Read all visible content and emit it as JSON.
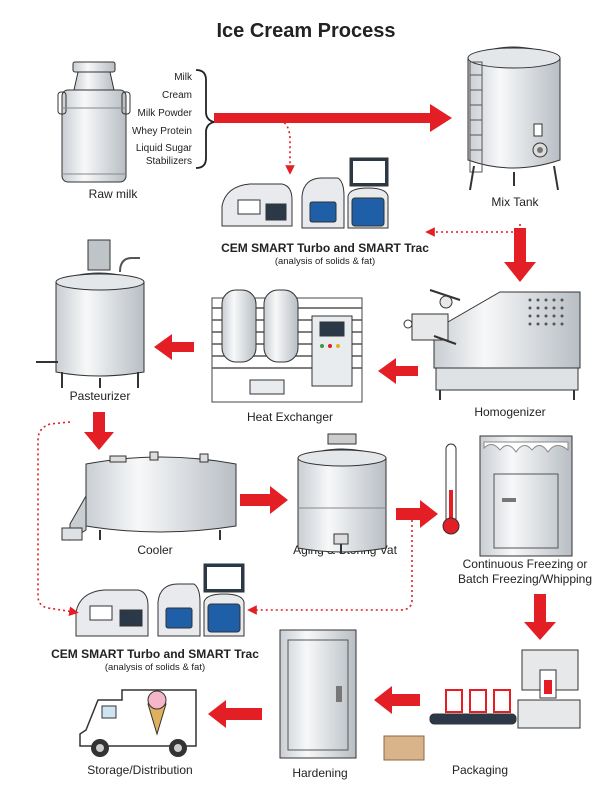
{
  "title": "Ice Cream Process",
  "ingredients": [
    "Milk",
    "Cream",
    "Milk Powder",
    "Whey Protein",
    "Liquid Sugar",
    "Stabilizers"
  ],
  "labels": {
    "raw_milk": "Raw milk",
    "mix_tank": "Mix Tank",
    "homogenizer": "Homogenizer",
    "heat_exchanger": "Heat Exchanger",
    "pasteurizer": "Pasteurizer",
    "cooler": "Cooler",
    "aging_vat": "Aging & Storing Vat",
    "freezing_line1": "Continuous Freezing or",
    "freezing_line2": "Batch Freezing/Whipping",
    "packaging": "Packaging",
    "hardening": "Hardening",
    "storage": "Storage/Distribution"
  },
  "cem_top": {
    "title": "CEM SMART Turbo and SMART Trac",
    "subtitle": "(analysis of solids & fat)"
  },
  "cem_bottom": {
    "title": "CEM SMART Turbo and SMART Trac",
    "subtitle": "(analysis of solids & fat)"
  },
  "colors": {
    "arrow": "#e31e24",
    "equipment_fill": "#eef0f2",
    "equipment_stroke": "#333333",
    "cem_blue": "#1e5fa8"
  }
}
